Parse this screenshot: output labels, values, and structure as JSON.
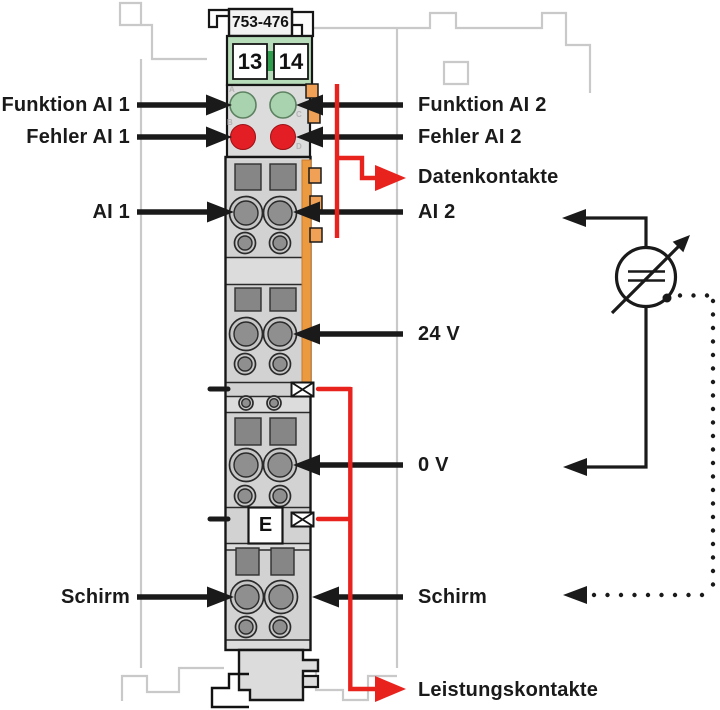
{
  "device": {
    "part_number": "753-476",
    "terminal_left": "13",
    "terminal_right": "14",
    "earth_label": "E",
    "led_markers": {
      "a": "A",
      "b": "B",
      "c": "C",
      "d": "D"
    }
  },
  "labels": {
    "left": {
      "funktion_ai_1": "Funktion AI 1",
      "fehler_ai_1": "Fehler AI 1",
      "ai_1": "AI 1",
      "schirm": "Schirm"
    },
    "right": {
      "funktion_ai_2": "Funktion AI 2",
      "fehler_ai_2": "Fehler AI 2",
      "datenkontakte": "Datenkontakte",
      "ai_2": "AI 2",
      "v_24": "24 V",
      "v_0": "0 V",
      "schirm": "Schirm",
      "leistungskontakte": "Leistungskontakte"
    }
  },
  "colors": {
    "text": "#1a1a1a",
    "arrow_black": "#1a1a1a",
    "signal_red": "#e8231e",
    "led_green": "#a9d3ae",
    "led_green_stroke": "#5d8262",
    "led_red": "#e41e25",
    "green_band": "#b7dcba",
    "green_dark": "#2f9e4c",
    "orange": "#f0a155",
    "module_body": "#dcdcdc",
    "module_section": "#d2d2d2",
    "opening_dark": "#8f8f8f",
    "opening_ring": "#c6c6c6",
    "square_dark": "#868686",
    "outline_black": "#161616",
    "rail_outline": "#c9c9c9"
  }
}
